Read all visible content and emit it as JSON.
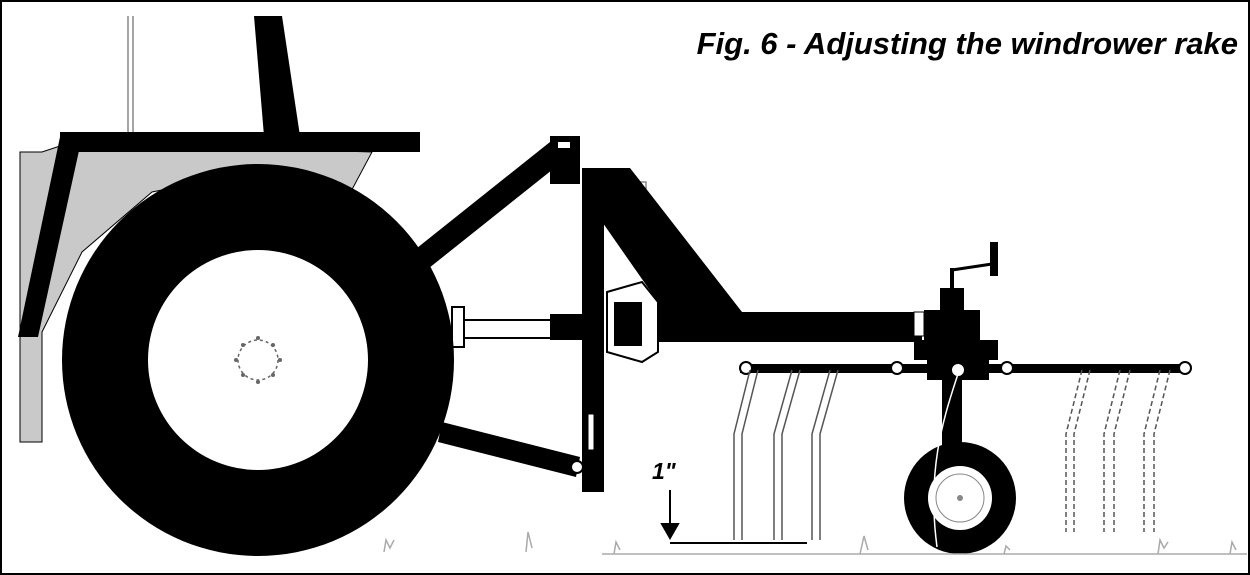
{
  "figure": {
    "title": "Fig. 6 - Adjusting the windrower rake",
    "dimension_label": "1\""
  },
  "colors": {
    "ink": "#000000",
    "fender_fill": "#c9c9c9",
    "background": "#ffffff",
    "tine_gray": "#8a8a8a"
  },
  "icons": [
    "tractor-wheel",
    "three-point-hitch",
    "pto-driveshaft",
    "rake-toolbar",
    "spring-tines",
    "gauge-wheel",
    "crank-handle",
    "dimension-arrow"
  ]
}
